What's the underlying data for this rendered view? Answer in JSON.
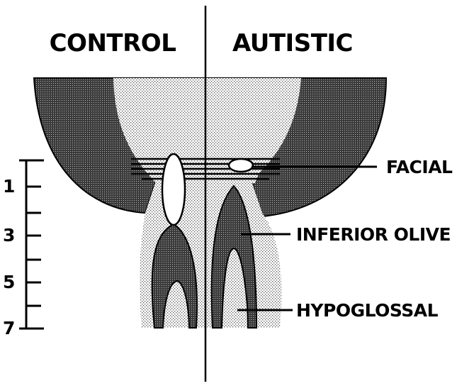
{
  "headers": {
    "left": "CONTROL",
    "right": "AUTISTIC"
  },
  "labels": {
    "facial": "FACIAL",
    "inferior_olive": "INFERIOR OLIVE",
    "hypoglossal": "HYPOGLOSSAL"
  },
  "scale": {
    "ticks": [
      "1",
      "3",
      "5",
      "7"
    ]
  }
}
